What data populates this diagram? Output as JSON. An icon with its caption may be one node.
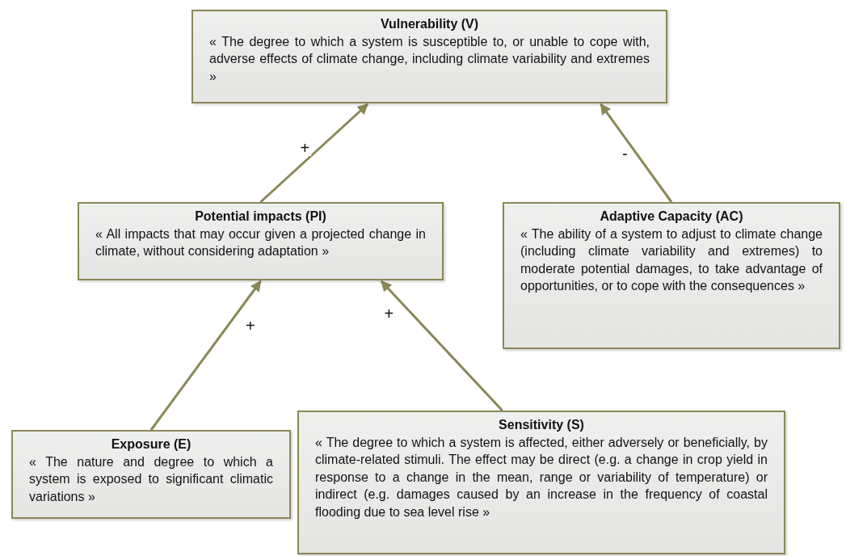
{
  "diagram": {
    "nodes": [
      {
        "text": [
          "Vulnerability (V)",
          "« The degree to which a system is susceptible to, or unable to cope with, adverse effects of climate change, including climate variability and extremes »"
        ]
      },
      {
        "text": [
          "Potential impacts (PI)",
          "« All impacts that may occur given a projected change in climate, without considering adaptation »"
        ]
      },
      {
        "text": [
          "Adaptive Capacity (AC)",
          "« The ability of a system to adjust to climate change (including climate variability and extremes) to moderate potential damages, to take advantage of opportunities, or to cope with the consequences »"
        ]
      },
      {
        "text": [
          "Exposure (E)",
          "« The nature and degree to which a system is exposed to significant climatic variations »"
        ]
      },
      {
        "text": [
          "Sensitivity (S)",
          "« The degree to which a system is affected, either adversely or beneficially, by climate-related stimuli. The effect may be direct (e.g. a change in crop yield in response to a change in the mean, range or variability of temperature) or indirect (e.g. damages caused by an increase in the frequency of coastal flooding due to sea level rise »"
        ]
      }
    ],
    "edges": [
      {
        "from": 1,
        "to": 0,
        "arrow": "to",
        "label": "+"
      },
      {
        "from": 2,
        "to": 0,
        "arrow": "to",
        "label": "-"
      },
      {
        "from": 3,
        "to": 1,
        "arrow": "to",
        "label": "+"
      },
      {
        "from": 4,
        "to": 1,
        "arrow": "to",
        "label": "+"
      }
    ]
  }
}
